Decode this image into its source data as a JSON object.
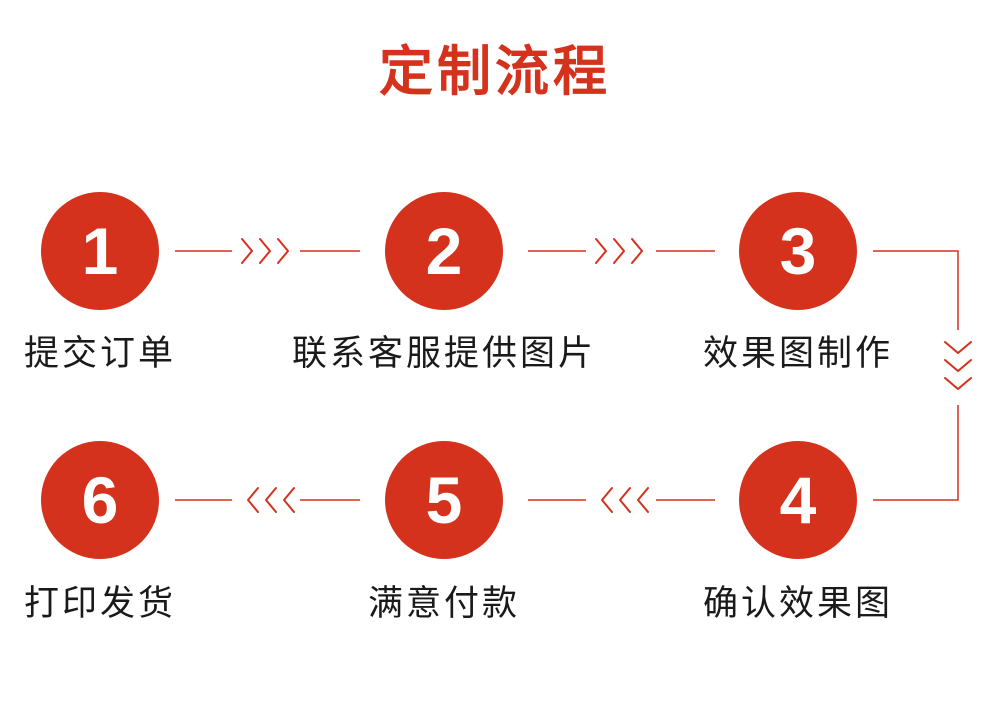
{
  "title": "定制流程",
  "colors": {
    "accent": "#d4321c",
    "title": "#d4321c",
    "line": "#d4321c",
    "text": "#1a1a1a"
  },
  "steps": [
    {
      "number": "1",
      "label": "提交订单"
    },
    {
      "number": "2",
      "label": "联系客服提供图片"
    },
    {
      "number": "3",
      "label": "效果图制作"
    },
    {
      "number": "4",
      "label": "确认效果图"
    },
    {
      "number": "5",
      "label": "满意付款"
    },
    {
      "number": "6",
      "label": "打印发货"
    }
  ]
}
